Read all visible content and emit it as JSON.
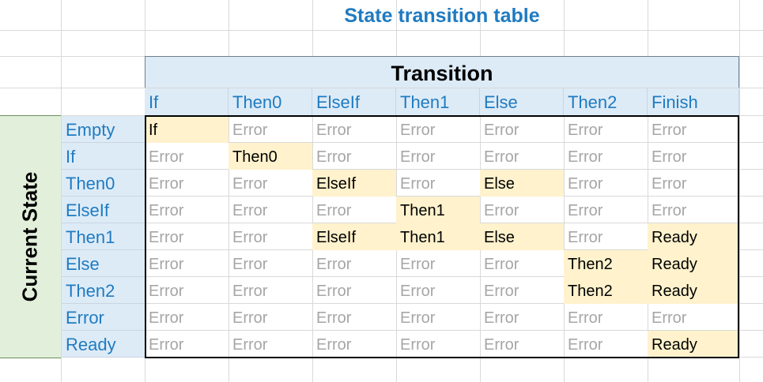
{
  "title": "State transition table",
  "header": {
    "transition_label": "Transition",
    "current_state_label": "Current State"
  },
  "columns": [
    "If",
    "Then0",
    "ElseIf",
    "Then1",
    "Else",
    "Then2",
    "Finish"
  ],
  "rows": [
    {
      "state": "Empty",
      "cells": [
        "If",
        "Error",
        "Error",
        "Error",
        "Error",
        "Error",
        "Error"
      ]
    },
    {
      "state": "If",
      "cells": [
        "Error",
        "Then0",
        "Error",
        "Error",
        "Error",
        "Error",
        "Error"
      ]
    },
    {
      "state": "Then0",
      "cells": [
        "Error",
        "Error",
        "ElseIf",
        "Error",
        "Else",
        "Error",
        "Error"
      ]
    },
    {
      "state": "ElseIf",
      "cells": [
        "Error",
        "Error",
        "Error",
        "Then1",
        "Error",
        "Error",
        "Error"
      ]
    },
    {
      "state": "Then1",
      "cells": [
        "Error",
        "Error",
        "ElseIf",
        "Then1",
        "Else",
        "Error",
        "Ready"
      ]
    },
    {
      "state": "Else",
      "cells": [
        "Error",
        "Error",
        "Error",
        "Error",
        "Error",
        "Then2",
        "Ready"
      ]
    },
    {
      "state": "Then2",
      "cells": [
        "Error",
        "Error",
        "Error",
        "Error",
        "Error",
        "Then2",
        "Ready"
      ]
    },
    {
      "state": "Error",
      "cells": [
        "Error",
        "Error",
        "Error",
        "Error",
        "Error",
        "Error",
        "Error"
      ]
    },
    {
      "state": "Ready",
      "cells": [
        "Error",
        "Error",
        "Error",
        "Error",
        "Error",
        "Error",
        "Ready"
      ]
    }
  ],
  "colors": {
    "title": "#1f7bc1",
    "header_bg": "#ddebf7",
    "state_bg": "#e2efda",
    "valid_bg": "#fff2cc",
    "error_text": "#a6a6a6"
  }
}
